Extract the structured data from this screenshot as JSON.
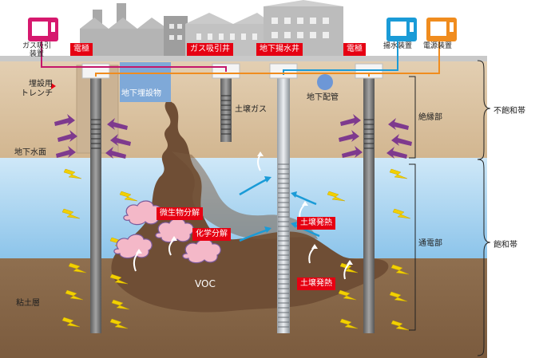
{
  "devices": {
    "gas_suction": "ガス吸引\n装置",
    "pump": "揚水装置",
    "power": "電源装置"
  },
  "wells": {
    "electrode_left": "電極",
    "gas_suction_well": "ガス吸引井",
    "pumping_well": "地下揚水井",
    "electrode_right": "電極"
  },
  "labels": {
    "trench": "埋設用\nトレンチ",
    "underground_structure": "地下埋設物",
    "underground_pipe": "地下配管",
    "soil_gas": "土壌ガス",
    "water_table": "地下水面",
    "clay_layer": "粘土層",
    "voc": "VOC"
  },
  "tags": {
    "microbial": "微生物分解",
    "chemical": "化学分解",
    "heating1": "土壌発熱",
    "heating2": "土壌発熱"
  },
  "sections": {
    "insulated": "絶縁部",
    "conductive": "通電部",
    "unsaturated": "不飽和帯",
    "saturated": "飽和帯"
  },
  "colors": {
    "red": "#e60012",
    "magenta": "#c4176b",
    "pump_blue": "#1a9bd7",
    "power_orange": "#f08c1e",
    "soil_top": "#dcc4a4",
    "water": "#a9d3ef",
    "clay": "#8a6a4a",
    "voc": "#6f4e35"
  }
}
